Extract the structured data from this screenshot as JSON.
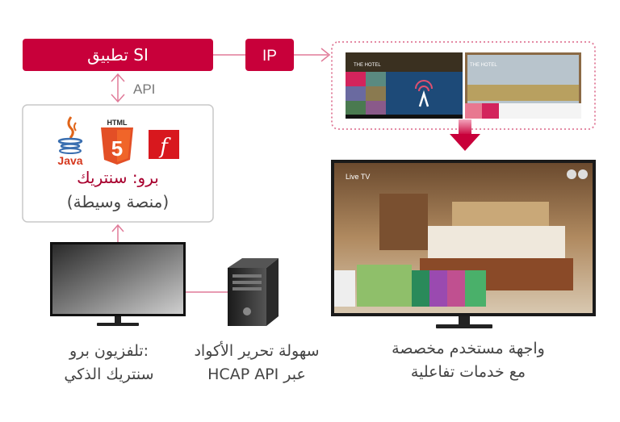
{
  "colors": {
    "brand": "#c8003a",
    "connector": "#e07a98",
    "text": "#444444",
    "border": "#c8c8c8"
  },
  "si_app": {
    "label": "تطبيق SI"
  },
  "ip": {
    "label": "IP"
  },
  "api": {
    "label": "API"
  },
  "platform": {
    "icons": [
      "java-icon",
      "html5-icon",
      "flash-icon"
    ],
    "java_label": "Java",
    "html_label": "HTML",
    "title": "برو: سنتريك",
    "subtitle": "(منصة وسيطة)"
  },
  "screens": {
    "hotel_title": "THE HOTEL",
    "live_tv": "Live TV"
  },
  "captions": {
    "tv": [
      "تلفزيون برو:",
      "سنتريك الذكي"
    ],
    "server": [
      "سهولة تحرير الأكواد",
      "HCAP API عبر"
    ],
    "ui": [
      "واجهة مستخدم مخصصة",
      "مع خدمات تفاعلية"
    ]
  }
}
